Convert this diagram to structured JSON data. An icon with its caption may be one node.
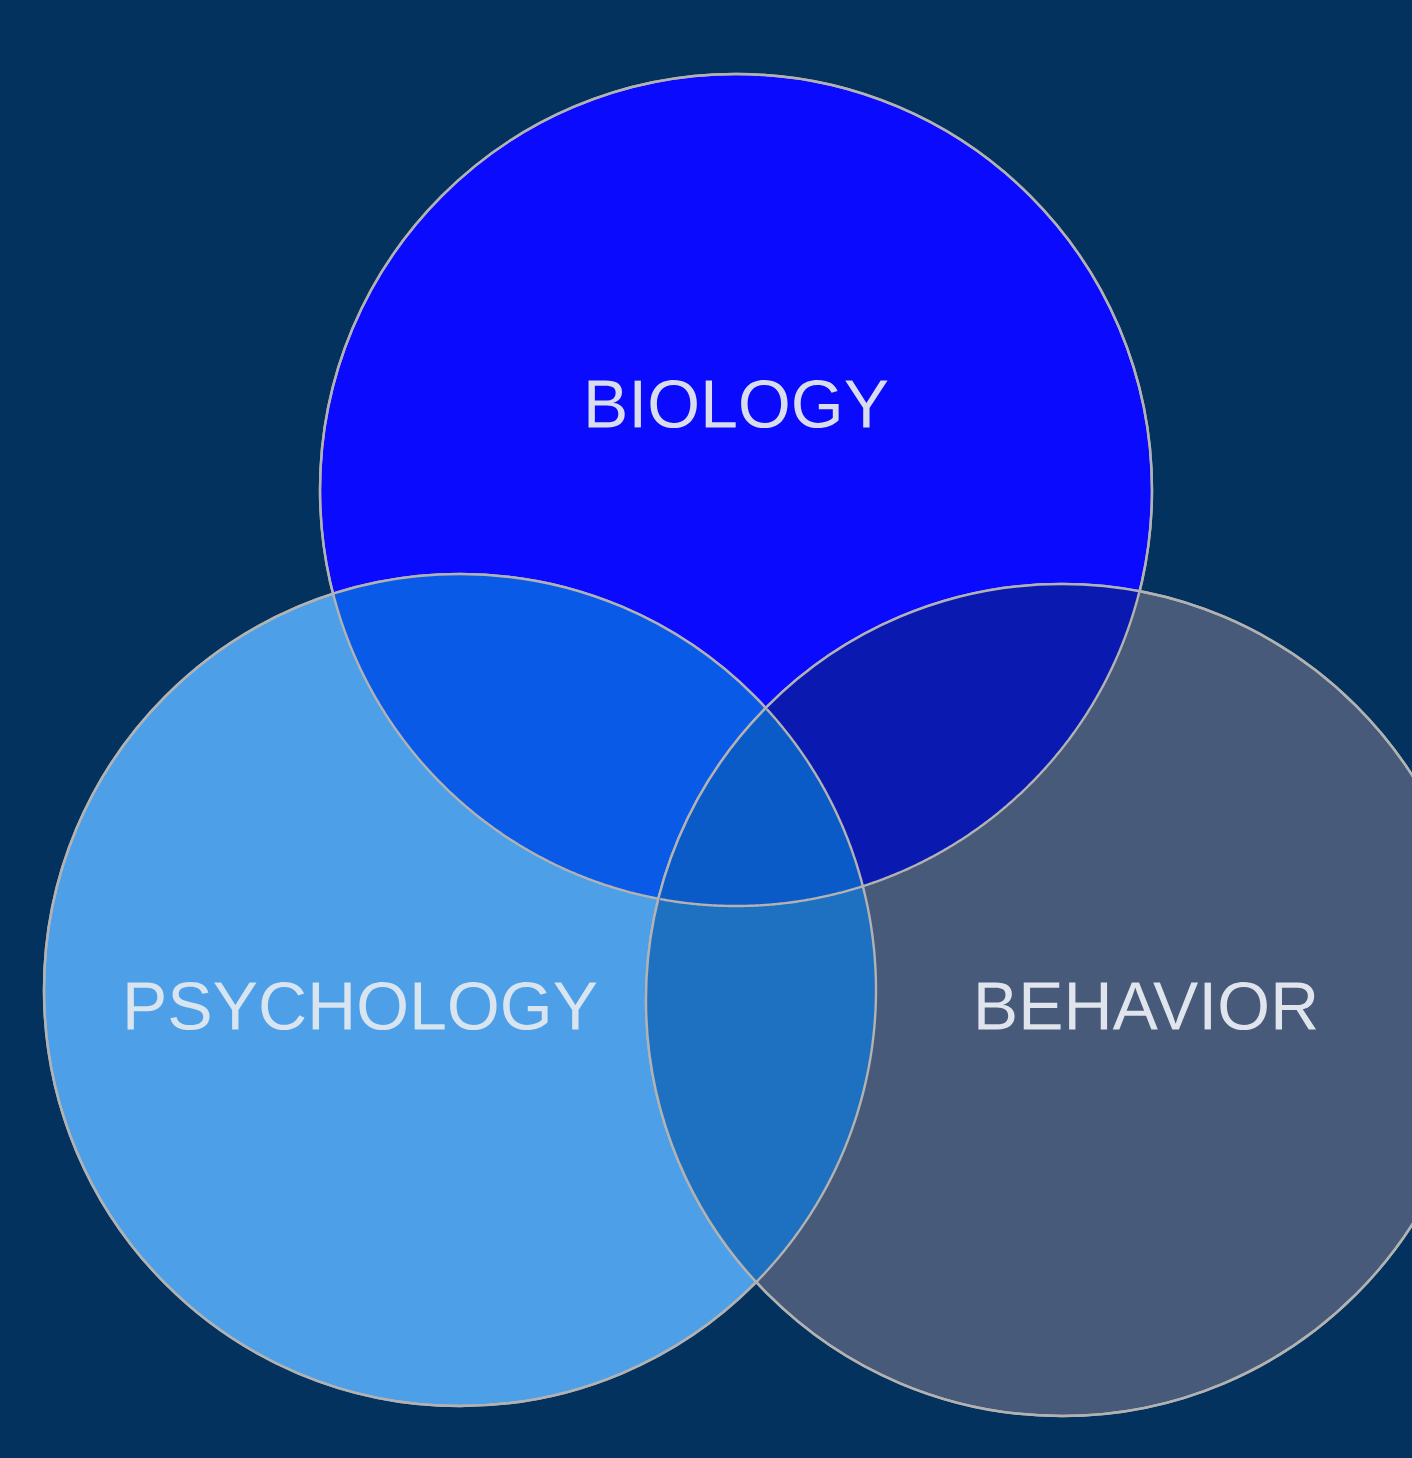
{
  "diagram": {
    "nodes": [
      {
        "text": [
          "BIOLOGY"
        ]
      },
      {
        "text": [
          "PSYCHOLOGY"
        ]
      },
      {
        "text": [
          "BEHAVIOR"
        ]
      }
    ]
  }
}
